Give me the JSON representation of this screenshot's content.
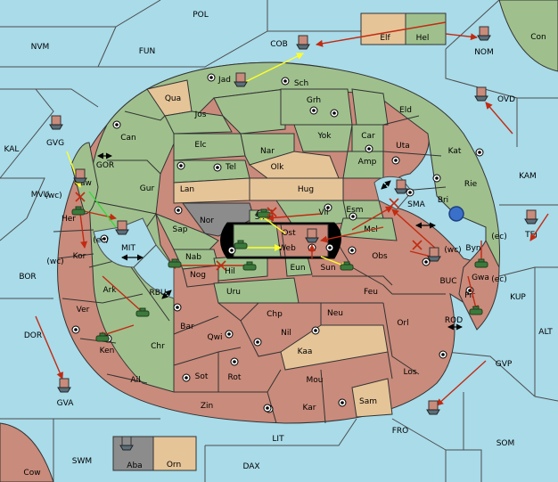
{
  "map": {
    "regions": {
      "POL": "POL",
      "NVM": "NVM",
      "FUN": "FUN",
      "COB": "COB",
      "Elf": "Elf",
      "Hel": "Hel",
      "NOM": "NOM",
      "Con": "Con",
      "OVD": "OVD",
      "KAL": "KAL",
      "GVG": "GVG",
      "GOR": "GOR",
      "Jad": "Jad",
      "Sch": "Sch",
      "Qua": "Qua",
      "Jos": "Jos",
      "Grh": "Grh",
      "Eld": "Eld",
      "Can": "Can",
      "Elc": "Elc",
      "Yok": "Yok",
      "Car": "Car",
      "Uta": "Uta",
      "Kat": "Kat",
      "Nar": "Nar",
      "Olk": "Olk",
      "Amp": "Amp",
      "KAM": "KAM",
      "Tel": "Tel",
      "Gur": "Gur",
      "Lan": "Lan",
      "Hug": "Hug",
      "Rie": "Rie",
      "Gaw": "Gaw",
      "Bri": "Bri",
      "SMA": "SMA",
      "MVU": "MVU",
      "Her": "Her",
      "Nor": "Nor",
      "Skr": "Skr",
      "Vil": "Vil",
      "Esm": "Esm",
      "Sap": "Sap",
      "Ost": "Ost",
      "Mel": "Mel",
      "Web": "Web",
      "Byn": "Byn",
      "TEI": "TEI",
      "Kor": "Kor",
      "MIT": "MIT",
      "Nab": "Nab",
      "Eun": "Eun",
      "Obs": "Obs",
      "BOR": "BOR",
      "Hil": "Hil",
      "Sun": "Sun",
      "BUC": "BUC",
      "Gwa": "Gwa",
      "Nog": "Nog",
      "Ark": "Ark",
      "RBU": "RBU",
      "Uru": "Uru",
      "Feu": "Feu",
      "Pir": "Pir",
      "KUP": "KUP",
      "Ver": "Ver",
      "Chp": "Chp",
      "Neu": "Neu",
      "Orl": "Orl",
      "Bar": "Bar",
      "Qwi": "Qwi",
      "Nil": "Nil",
      "ROD": "ROD",
      "DOR": "DOR",
      "Ken": "Ken",
      "Chr": "Chr",
      "Kaa": "Kaa",
      "ALT": "ALT",
      "Ail": "Ail",
      "Sot": "Sot",
      "Rot": "Rot",
      "Mou": "Mou",
      "Los": "Los",
      "GVP": "GVP",
      "GVA": "GVA",
      "Zin": "Zin",
      "Kar": "Kar",
      "Sam": "Sam",
      "FRO": "FRO",
      "LIT": "LIT",
      "SOM": "SOM",
      "Aba": "Aba",
      "Orn": "Orn",
      "SWM": "SWM",
      "DAX": "DAX",
      "Cow": "Cow"
    },
    "coast_labels": {
      "wc": "(wc)",
      "ec": "(ec)"
    },
    "colors": {
      "sea": "#a9dbe9",
      "player_green": "#9fc08d",
      "player_red": "#c98b7b",
      "neutral_tan": "#e5c498",
      "player_grey": "#8c8c8c",
      "order_red": "#c22a12",
      "order_yellow": "#ffff2a",
      "order_green": "#2fdb2f"
    }
  }
}
